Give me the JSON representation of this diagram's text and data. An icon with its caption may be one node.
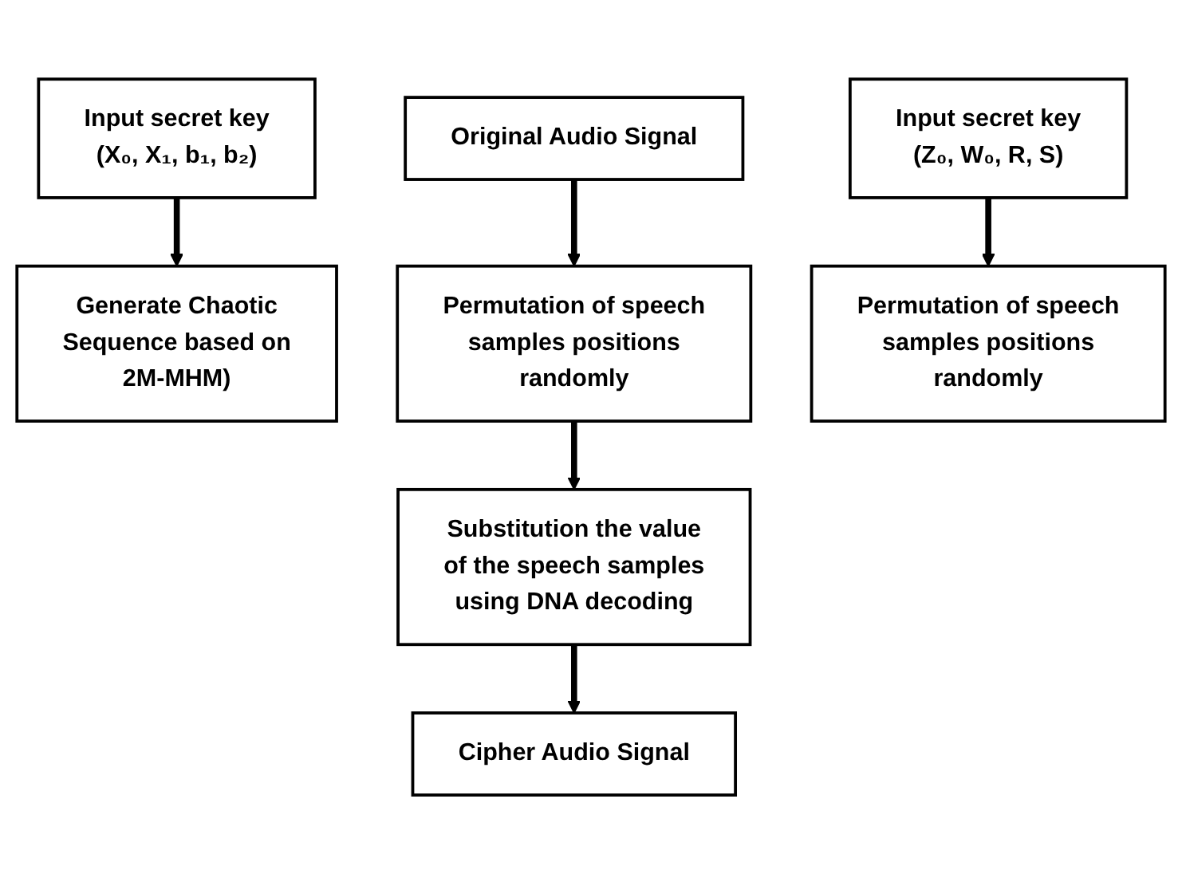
{
  "diagram": {
    "nodes": [
      {
        "text": [
          "Input secret key",
          "(X₀, X₁, b₁, b₂)"
        ]
      },
      {
        "text": [
          "Generate Chaotic Sequence based on 2M-MHM)"
        ]
      },
      {
        "text": [
          "Original Audio Signal"
        ]
      },
      {
        "text": [
          "Permutation of speech samples positions randomly"
        ]
      },
      {
        "text": [
          "Substitution the value of the speech samples using DNA decoding"
        ]
      },
      {
        "text": [
          "Cipher Audio Signal"
        ]
      },
      {
        "text": [
          "Input secret key",
          "(Z₀, W₀, R, S)"
        ]
      },
      {
        "text": [
          "Permutation of speech samples positions randomly"
        ]
      }
    ],
    "edges": [
      {
        "from": 0,
        "to": 1,
        "arrow": "to"
      },
      {
        "from": 2,
        "to": 3,
        "arrow": "to"
      },
      {
        "from": 3,
        "to": 4,
        "arrow": "to"
      },
      {
        "from": 4,
        "to": 5,
        "arrow": "to"
      },
      {
        "from": 6,
        "to": 7,
        "arrow": "to"
      }
    ]
  }
}
